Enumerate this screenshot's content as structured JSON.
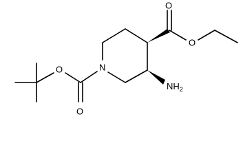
{
  "structure": {
    "atoms": {
      "ester_oxygen_double": "O",
      "ester_oxygen_single": "O",
      "boc_oxygen_single": "O",
      "boc_oxygen_double": "O",
      "ring_nitrogen": "N",
      "amine_nh": "NH",
      "amine_h2_subscript": "2"
    },
    "colors": {
      "bond": "#000000",
      "label": "#000000",
      "background": "#ffffff"
    }
  }
}
